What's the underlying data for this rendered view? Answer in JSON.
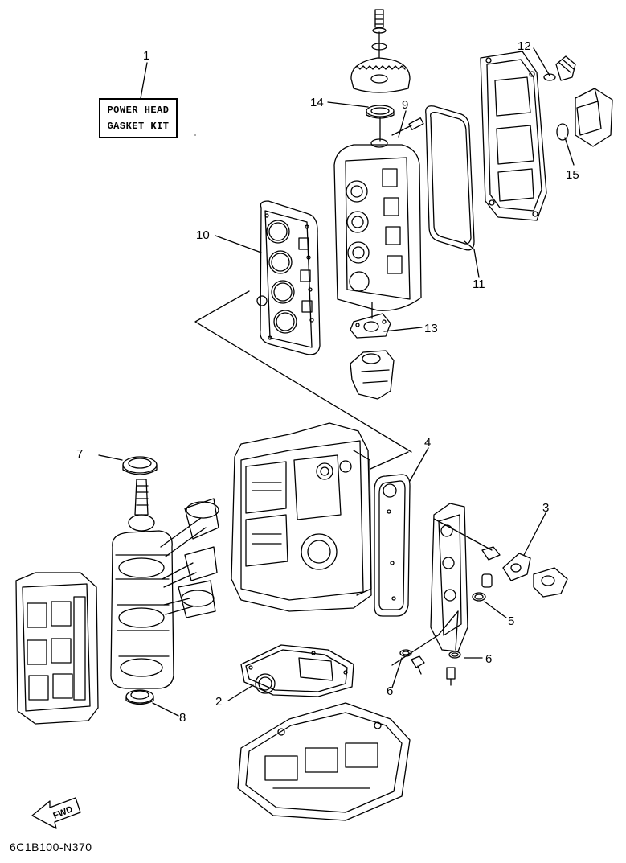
{
  "kit": {
    "line1": "POWER HEAD",
    "line2": "GASKET KIT"
  },
  "diagram_code": "6C1B100-N370",
  "fwd_label": "FWD",
  "callouts": [
    "1",
    "2",
    "3",
    "4",
    "5",
    "6",
    "6",
    "7",
    "8",
    "9",
    "10",
    "11",
    "12",
    "13",
    "14",
    "15"
  ]
}
